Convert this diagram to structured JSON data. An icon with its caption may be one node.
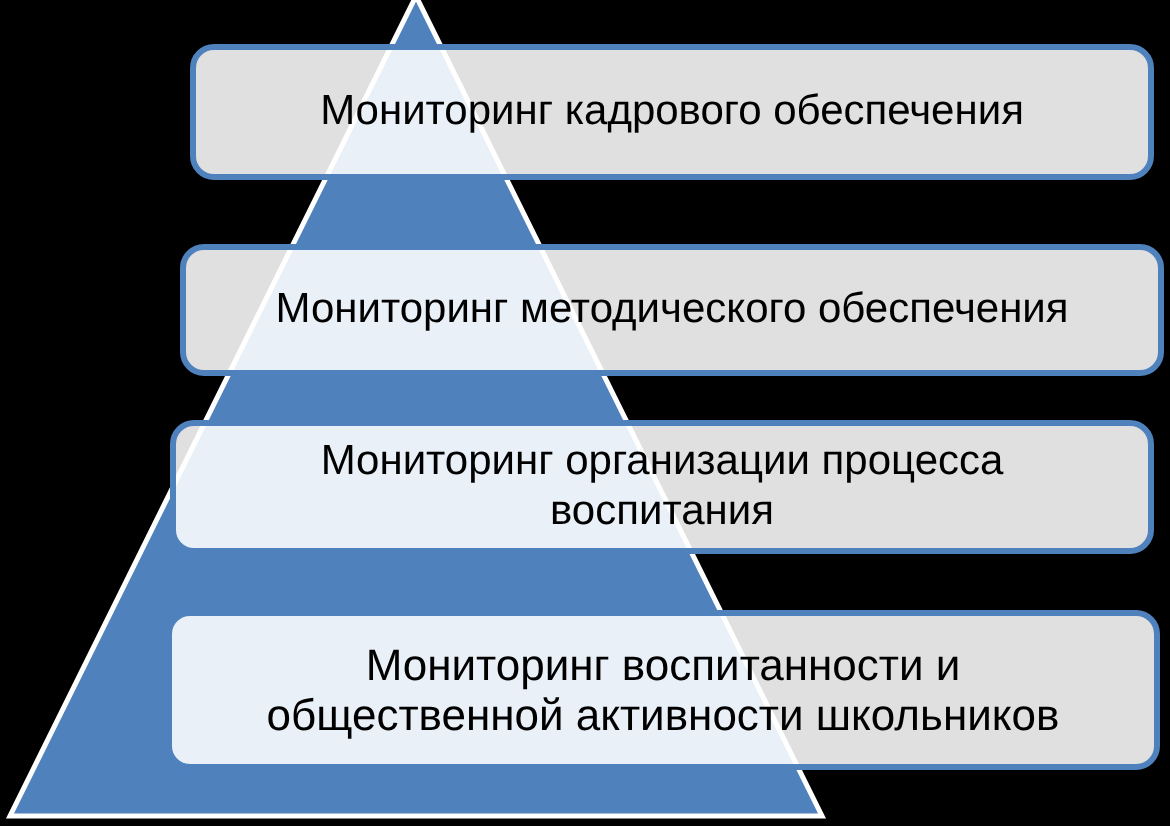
{
  "diagram": {
    "nodes": [
      {
        "text": [
          "Мониторинг кадрового обеспечения"
        ]
      },
      {
        "text": [
          "Мониторинг методического обеспечения"
        ]
      },
      {
        "text": [
          "Мониторинг организации процесса воспитания"
        ]
      },
      {
        "text": [
          "Мониторинг воспитанности и общественной активности школьников"
        ]
      }
    ]
  }
}
